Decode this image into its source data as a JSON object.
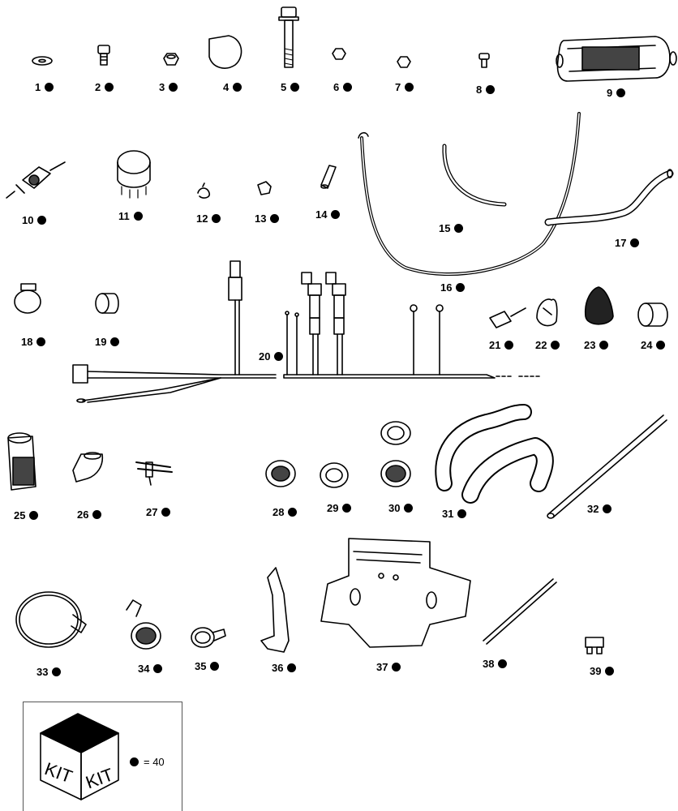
{
  "callouts": [
    {
      "id": "1",
      "text": "1"
    },
    {
      "id": "2",
      "text": "2"
    },
    {
      "id": "3",
      "text": "3"
    },
    {
      "id": "4",
      "text": "4"
    },
    {
      "id": "5",
      "text": "5"
    },
    {
      "id": "6",
      "text": "6"
    },
    {
      "id": "7",
      "text": "7"
    },
    {
      "id": "8",
      "text": "8"
    },
    {
      "id": "9",
      "text": "9"
    },
    {
      "id": "10",
      "text": "10"
    },
    {
      "id": "11",
      "text": "11"
    },
    {
      "id": "12",
      "text": "12"
    },
    {
      "id": "13",
      "text": "13"
    },
    {
      "id": "14",
      "text": "14"
    },
    {
      "id": "15",
      "text": "15"
    },
    {
      "id": "16",
      "text": "16"
    },
    {
      "id": "17",
      "text": "17"
    },
    {
      "id": "18",
      "text": "18"
    },
    {
      "id": "19",
      "text": "19"
    },
    {
      "id": "20",
      "text": "20"
    },
    {
      "id": "21",
      "text": "21"
    },
    {
      "id": "22",
      "text": "22"
    },
    {
      "id": "23",
      "text": "23"
    },
    {
      "id": "24",
      "text": "24"
    },
    {
      "id": "25",
      "text": "25"
    },
    {
      "id": "26",
      "text": "26"
    },
    {
      "id": "27",
      "text": "27"
    },
    {
      "id": "28",
      "text": "28"
    },
    {
      "id": "29",
      "text": "29"
    },
    {
      "id": "30",
      "text": "30"
    },
    {
      "id": "31",
      "text": "31"
    },
    {
      "id": "32",
      "text": "32"
    },
    {
      "id": "33",
      "text": "33"
    },
    {
      "id": "34",
      "text": "34"
    },
    {
      "id": "35",
      "text": "35"
    },
    {
      "id": "36",
      "text": "36"
    },
    {
      "id": "37",
      "text": "37"
    },
    {
      "id": "38",
      "text": "38"
    },
    {
      "id": "39",
      "text": "39"
    }
  ],
  "kit": {
    "word_left": "KIT",
    "word_right": "KIT",
    "legend_text": "= 40"
  },
  "colors": {
    "ink": "#000000",
    "paper": "#ffffff",
    "shade": "#444444"
  }
}
